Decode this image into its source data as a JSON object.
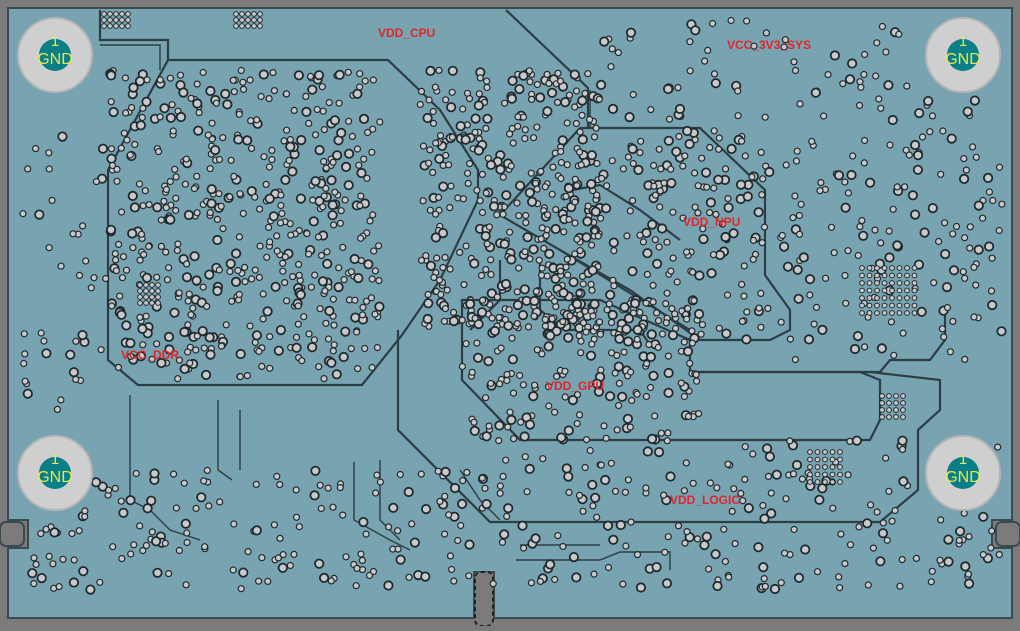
{
  "board": {
    "colors": {
      "background": "#7b7b7b",
      "copper_pour": "#78a3b1",
      "trace": "#2c3e45",
      "via_ring": "#1f2b30",
      "via_pad": "#c9c9c9",
      "net_label": "#e0262a",
      "mount_ring": "#cfcfcf",
      "mount_pad": "#0b7f88",
      "mount_text": "#e8e84a"
    }
  },
  "nets": {
    "vdd_cpu": "VDD_CPU",
    "vcc_3v3_sys": "VCC_3V3_SYS",
    "vdd_npu": "VDD_NPU",
    "vcc_ddr": "VCC_DDR",
    "vdd_gpu": "VDD_GPU",
    "vdd_logic": "VDD_LOGIC"
  },
  "mounting_holes": {
    "top_left": {
      "pin": "1",
      "net": "GND"
    },
    "top_right": {
      "pin": "1",
      "net": "GND"
    },
    "bottom_left": {
      "pin": "1",
      "net": "GND"
    },
    "bottom_right": {
      "pin": "1",
      "net": "GND"
    }
  }
}
